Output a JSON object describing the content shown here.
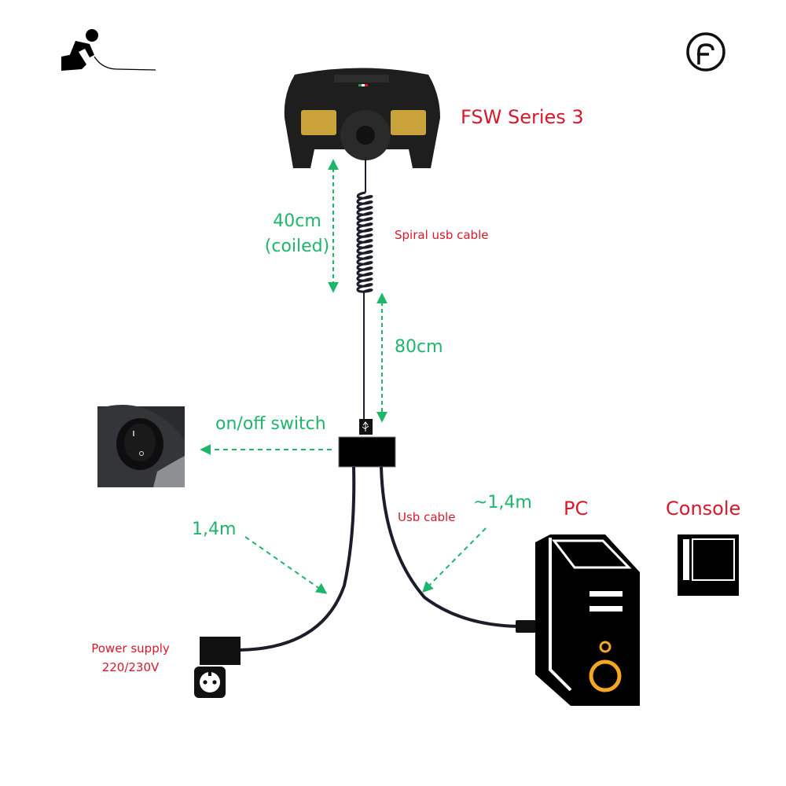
{
  "colors": {
    "measure": "#1fb56a",
    "label": "#d7192b",
    "cable": "#1b1d2a",
    "device": "#000000",
    "accent": "#f5a623"
  },
  "icons": {
    "installer": "kneeling-worker-icon",
    "brand": "brand-logo-icon",
    "outlet": "power-outlet-icon",
    "pc": "pc-tower-icon",
    "console": "console-icon",
    "usb": "usb-icon",
    "switch": "rocker-switch-photo"
  },
  "wheel": {
    "label": "FSW Series 3"
  },
  "cables": {
    "spiral_label": "Spiral usb cable",
    "coiled_length_line1": "40cm",
    "coiled_length_line2": "(coiled)",
    "straight_length": "80cm",
    "usb_label": "Usb cable",
    "usb_length": "~1,4m",
    "power_length": "1,4m"
  },
  "switch": {
    "label": "on/off switch"
  },
  "power_supply": {
    "line1": "Power supply",
    "line2": "220/230V"
  },
  "targets": {
    "pc": "PC",
    "console": "Console"
  }
}
